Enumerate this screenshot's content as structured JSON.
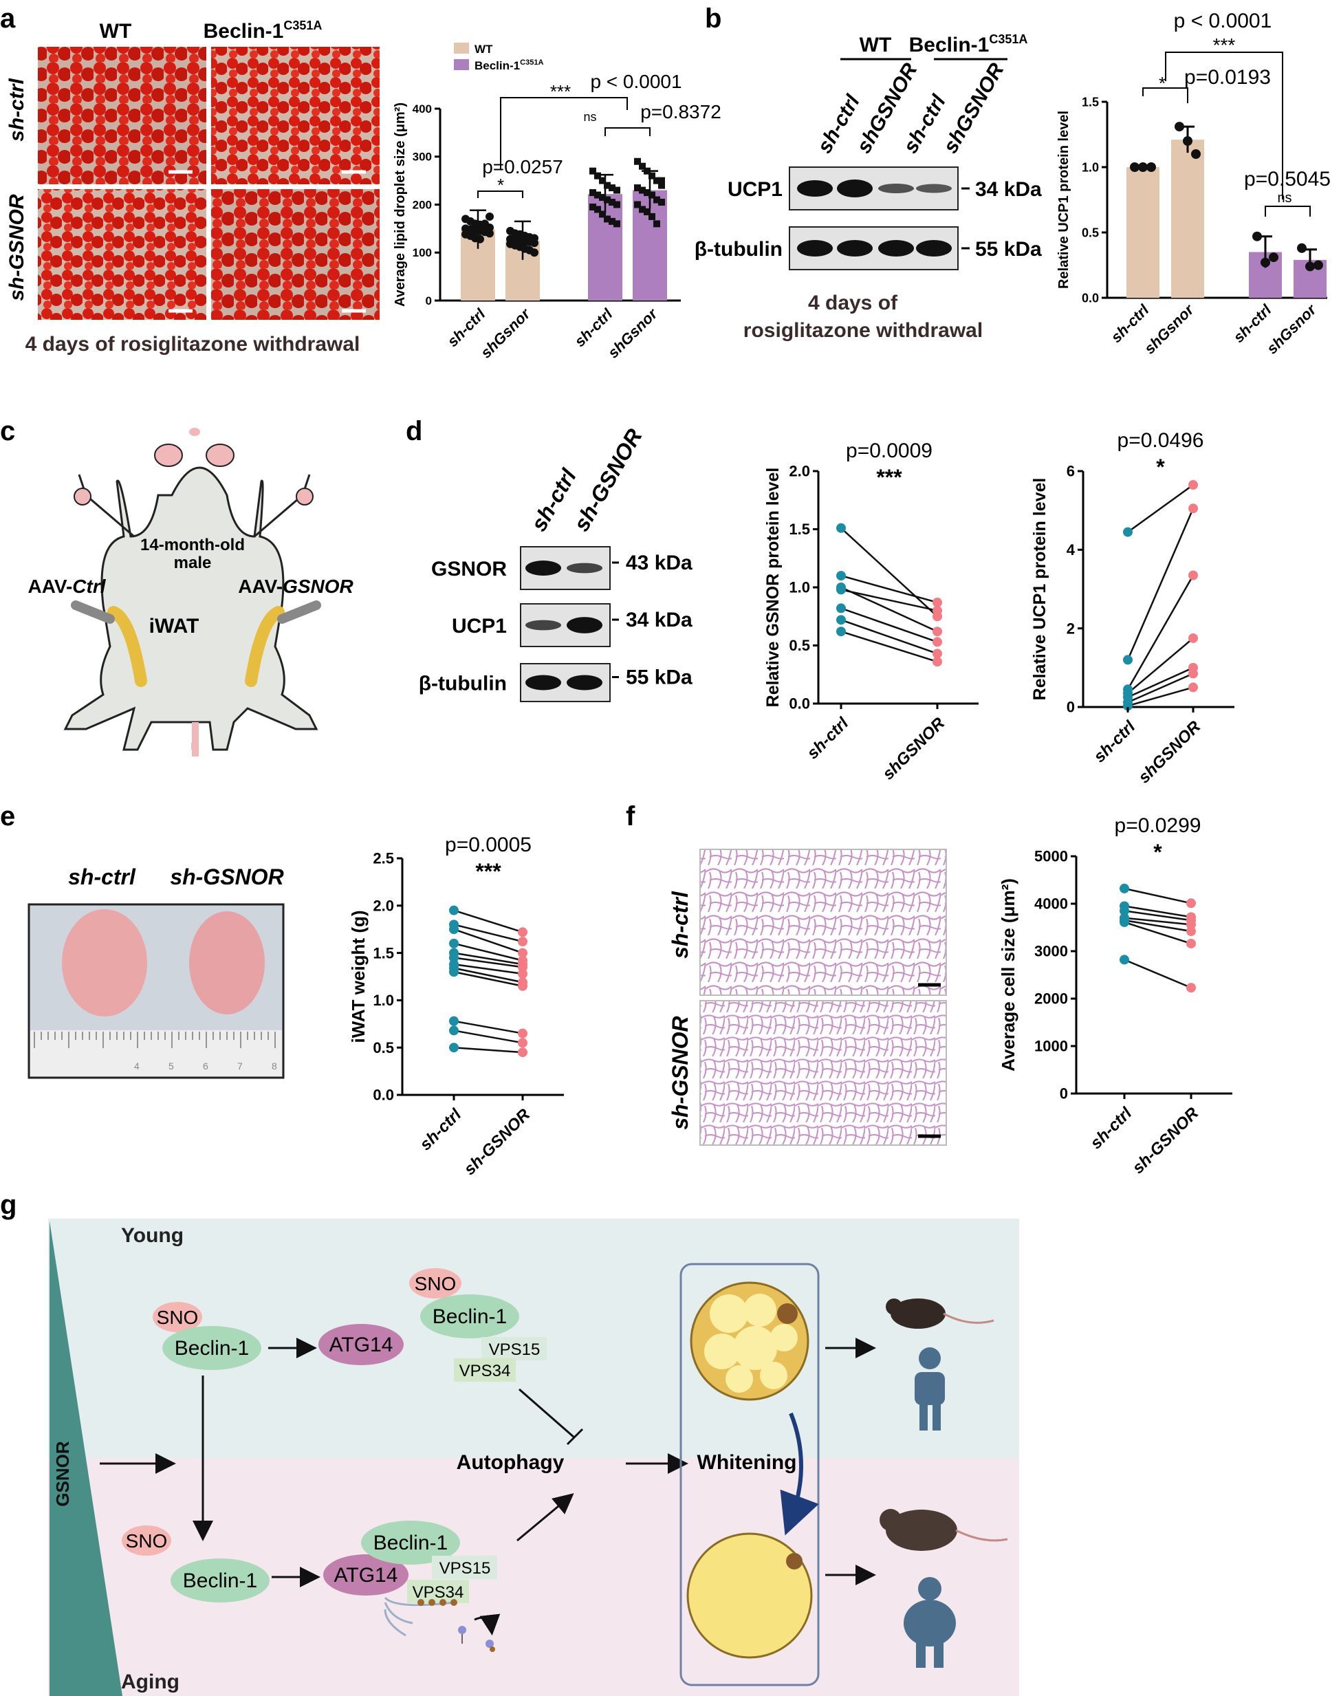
{
  "panels": {
    "a": "a",
    "b": "b",
    "c": "c",
    "d": "d",
    "e": "e",
    "f": "f",
    "g": "g"
  },
  "colors": {
    "wt_bar": "#e2c6ad",
    "beclin_bar": "#ad7fbe",
    "ctrl_dot": "#1b8ea5",
    "gsnor_dot": "#f27b84",
    "teal": "#4a8f87",
    "young_bg": "#e5eeee",
    "aging_bg": "#f4e8ee"
  },
  "a": {
    "col_wt": "WT",
    "col_beclin": "Beclin-1",
    "col_beclin_sup": "C351A",
    "row_ctrl": "sh-ctrl",
    "row_gsnor": "sh-GSNOR",
    "caption": "4 days of rosiglitazone withdrawal"
  },
  "b": {
    "group_wt": "WT",
    "group_beclin": "Beclin-1",
    "group_beclin_sup": "C351A",
    "lanes": [
      "sh-ctrl",
      "shGSNOR",
      "sh-ctrl",
      "shGSNOR"
    ],
    "blots": [
      {
        "label": "UCP1",
        "kda": "34 kDa"
      },
      {
        "label": "β-tubulin",
        "kda": "55 kDa"
      }
    ],
    "caption": [
      "4 days of",
      "rosiglitazone withdrawal"
    ]
  },
  "c": {
    "age_lines": [
      "14-month-old",
      "male"
    ],
    "left_label": "AAV-",
    "left_label_it": "Ctrl",
    "right_label": "AAV-",
    "right_label_it": "GSNOR",
    "depot": "iWAT"
  },
  "d": {
    "lanes": [
      "sh-ctrl",
      "sh-GSNOR"
    ],
    "blots": [
      {
        "label": "GSNOR",
        "kda": "43 kDa"
      },
      {
        "label": "UCP1",
        "kda": "34 kDa"
      },
      {
        "label": "β-tubulin",
        "kda": "55 kDa"
      }
    ]
  },
  "e": {
    "labels": [
      "sh-ctrl",
      "sh-GSNOR"
    ],
    "ruler": [
      "4",
      "5",
      "6",
      "7",
      "8"
    ]
  },
  "f": {
    "row_ctrl": "sh-ctrl",
    "row_gsnor": "sh-GSNOR"
  },
  "chart_data": [
    {
      "id": "a-chart",
      "type": "bar",
      "ylabel": "Average lipid droplet size (μm²)",
      "ylim": [
        0,
        400
      ],
      "yticks": [
        0,
        100,
        200,
        300,
        400
      ],
      "categories": [
        "sh-ctrl",
        "shGsnor",
        "sh-ctrl",
        "shGsnor"
      ],
      "legend": [
        "WT",
        "Beclin-1"
      ],
      "legend_sup": "C351A",
      "legend_placement": "top",
      "series": [
        {
          "name": "WT",
          "values": [
            148,
            125
          ]
        },
        {
          "name": "Beclin-1",
          "values": [
            222,
            230
          ]
        }
      ],
      "points": [
        [
          170,
          165,
          160,
          158,
          155,
          152,
          150,
          148,
          146,
          145,
          143,
          140,
          138,
          135,
          130,
          128,
          160,
          175
        ],
        [
          145,
          140,
          138,
          135,
          132,
          130,
          128,
          126,
          125,
          124,
          122,
          120,
          118,
          115,
          112,
          108,
          105,
          100
        ],
        [
          270,
          260,
          250,
          240,
          235,
          230,
          225,
          220,
          215,
          210,
          205,
          200,
          195,
          190,
          180,
          170,
          165,
          160
        ],
        [
          290,
          280,
          270,
          260,
          250,
          240,
          235,
          230,
          225,
          220,
          210,
          205,
          200,
          190,
          185,
          175,
          160,
          250
        ]
      ],
      "annotations": [
        {
          "text": "p=0.0257",
          "stars": "*"
        },
        {
          "text": "p=0.8372",
          "stars": "ns"
        },
        {
          "text": "p < 0.0001",
          "stars": "***"
        }
      ]
    },
    {
      "id": "b-chart",
      "type": "bar",
      "ylabel": "Relative UCP1 protein level",
      "ylim": [
        0,
        1.5
      ],
      "yticks": [
        0.0,
        0.5,
        1.0,
        1.5
      ],
      "categories": [
        "sh-ctrl",
        "shGsnor",
        "sh-ctrl",
        "shGsnor"
      ],
      "series": [
        {
          "name": "WT",
          "values": [
            1.0,
            1.21
          ]
        },
        {
          "name": "Beclin-1",
          "values": [
            0.35,
            0.29
          ]
        }
      ],
      "points": [
        [
          1.0,
          1.0,
          1.0
        ],
        [
          1.31,
          1.2,
          1.1
        ],
        [
          0.47,
          0.27,
          0.31
        ],
        [
          0.38,
          0.24,
          0.25
        ]
      ],
      "errors": [
        0,
        0.1,
        0.12,
        0.08
      ],
      "annotations": [
        {
          "text": "p=0.0193",
          "stars": "*"
        },
        {
          "text": "p=0.5045",
          "stars": "ns"
        },
        {
          "text": "p < 0.0001",
          "stars": "***"
        }
      ]
    },
    {
      "id": "d-gsnor",
      "type": "scatter",
      "ylabel": "Relative GSNOR protein level",
      "ylim": [
        0,
        2.0
      ],
      "yticks": [
        0.0,
        0.5,
        1.0,
        1.5,
        2.0
      ],
      "categories": [
        "sh-ctrl",
        "shGSNOR"
      ],
      "pairs": [
        [
          1.51,
          0.75
        ],
        [
          1.1,
          0.87
        ],
        [
          1.0,
          0.62
        ],
        [
          0.98,
          0.8
        ],
        [
          0.82,
          0.53
        ],
        [
          0.72,
          0.43
        ],
        [
          0.62,
          0.36
        ]
      ],
      "pvalue": "p=0.0009",
      "stars": "***"
    },
    {
      "id": "d-ucp1",
      "type": "scatter",
      "ylabel": "Relative UCP1 protein level",
      "ylim": [
        0,
        6
      ],
      "yticks": [
        0,
        2,
        4,
        6
      ],
      "categories": [
        "sh-ctrl",
        "shGSNOR"
      ],
      "pairs": [
        [
          4.45,
          5.65
        ],
        [
          1.2,
          5.05
        ],
        [
          0.45,
          3.35
        ],
        [
          0.35,
          1.75
        ],
        [
          0.25,
          1.0
        ],
        [
          0.12,
          0.85
        ],
        [
          0.03,
          0.5
        ]
      ],
      "pvalue": "p=0.0496",
      "stars": "*"
    },
    {
      "id": "e-chart",
      "type": "scatter",
      "ylabel": "iWAT weight (g)",
      "ylim": [
        0,
        2.5
      ],
      "yticks": [
        0.0,
        0.5,
        1.0,
        1.5,
        2.0,
        2.5
      ],
      "categories": [
        "sh-ctrl",
        "sh-GSNOR"
      ],
      "pairs": [
        [
          1.95,
          1.72
        ],
        [
          1.8,
          1.62
        ],
        [
          1.75,
          1.5
        ],
        [
          1.6,
          1.42
        ],
        [
          1.5,
          1.38
        ],
        [
          1.45,
          1.35
        ],
        [
          1.38,
          1.28
        ],
        [
          1.34,
          1.19
        ],
        [
          1.3,
          1.15
        ],
        [
          0.78,
          0.65
        ],
        [
          0.68,
          0.55
        ],
        [
          0.5,
          0.45
        ]
      ],
      "pvalue": "p=0.0005",
      "stars": "***"
    },
    {
      "id": "f-chart",
      "type": "scatter",
      "ylabel": "Average cell size (μm²)",
      "ylim": [
        0,
        5000
      ],
      "yticks": [
        0,
        1000,
        2000,
        3000,
        4000,
        5000
      ],
      "categories": [
        "sh-ctrl",
        "sh-GSNOR"
      ],
      "pairs": [
        [
          4320,
          4010
        ],
        [
          3950,
          3720
        ],
        [
          3850,
          3650
        ],
        [
          3700,
          3560
        ],
        [
          3650,
          3420
        ],
        [
          3610,
          3160
        ],
        [
          2820,
          2230
        ]
      ],
      "pvalue": "p=0.0299",
      "stars": "*"
    }
  ],
  "g": {
    "young": "Young",
    "aging": "Aging",
    "gsnor": "GSNOR",
    "sno": "SNO",
    "beclin": "Beclin-1",
    "atg14": "ATG14",
    "vps15": "VPS15",
    "vps34": "VPS34",
    "autophagy": "Autophagy",
    "whitening": "Whitening"
  }
}
